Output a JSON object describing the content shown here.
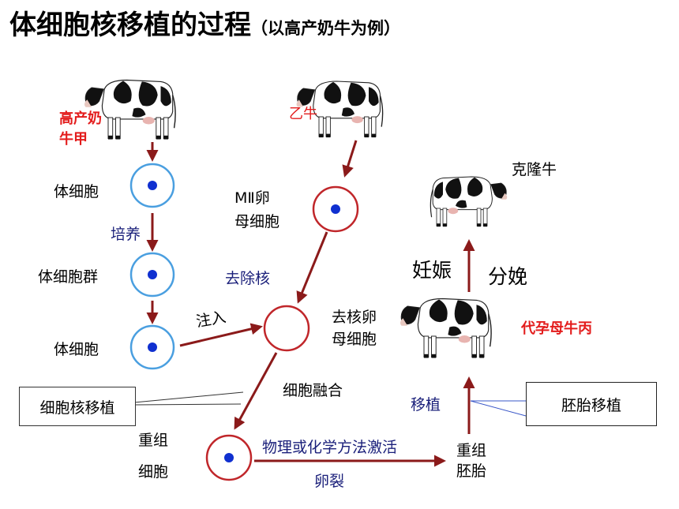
{
  "title": {
    "main": "体细胞核移植的过程",
    "sub": "（以高产奶牛为例）"
  },
  "labels": {
    "cow_a": "高产奶\n牛甲",
    "cow_b": "乙牛",
    "clone": "克隆牛",
    "surrogate": "代孕母牛丙",
    "somatic_cell_1": "体细胞",
    "culture": "培养",
    "cell_group": "体细胞群",
    "somatic_cell_2": "体细胞",
    "oocyte": "MⅡ卵\n母细胞",
    "enucleation": "去除核",
    "inject": "注入",
    "enucleated_oocyte": "去核卵\n母细胞",
    "fusion": "细胞融合",
    "nuclear_transfer": "细胞核移植",
    "reconstructed_cell": "重组\n\n细胞",
    "activation": "物理或化学方法激活",
    "cleavage": "卵裂",
    "reconstructed_embryo": "重组\n胚胎",
    "transplant": "移植",
    "embryo_transfer": "胚胎移植",
    "pregnancy": "妊娠",
    "birth": "分娩"
  },
  "colors": {
    "arrow": "#8b1a1a",
    "cell_blue_ring": "#4a9fe0",
    "cell_red_ring": "#c0262a",
    "nucleus": "#1030d0",
    "callout_line": "#3a57c8"
  },
  "icons": [
    "cow-icon",
    "calf-icon"
  ]
}
